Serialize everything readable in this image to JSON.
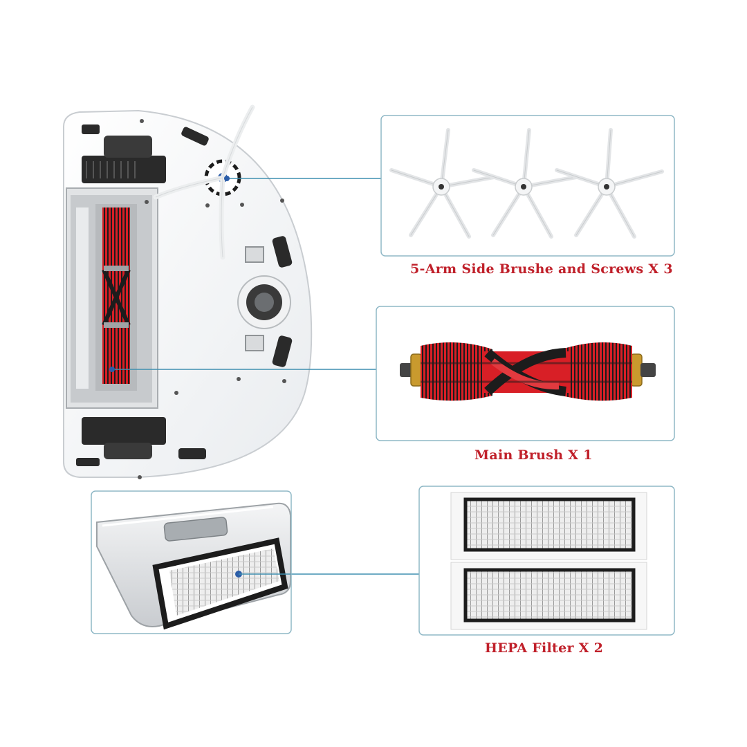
{
  "captions": {
    "side_brush": "5-Arm Side Brushe and Screws X 3",
    "main_brush": "Main Brush X 1",
    "hepa_filter": "HEPA Filter X 2"
  },
  "colors": {
    "caption_red": "#c0202a",
    "panel_border": "#8fb8c6",
    "connector_line": "#3f8fb0",
    "brush_red": "#d81f26",
    "bristle_dark": "#222222"
  }
}
